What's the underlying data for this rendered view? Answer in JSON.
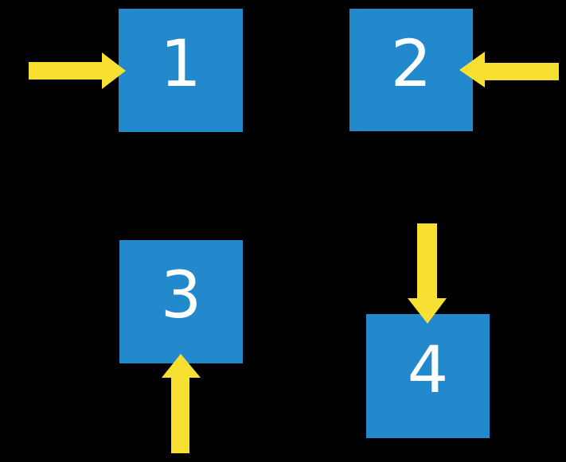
{
  "diagram": {
    "background_color": "#000000",
    "square_fill_color": "#2389CD",
    "arrow_fill_color": "#F8E033",
    "number_text_color": "#FFFFFF",
    "squares": [
      {
        "label": "1",
        "position": "top-left",
        "incoming_arrow": {
          "direction": "right",
          "enters_from": "left"
        }
      },
      {
        "label": "2",
        "position": "top-right",
        "incoming_arrow": {
          "direction": "left",
          "enters_from": "right"
        }
      },
      {
        "label": "3",
        "position": "bottom-left",
        "incoming_arrow": {
          "direction": "up",
          "enters_from": "bottom"
        }
      },
      {
        "label": "4",
        "position": "bottom-right",
        "incoming_arrow": {
          "direction": "down",
          "enters_from": "top"
        }
      }
    ]
  }
}
